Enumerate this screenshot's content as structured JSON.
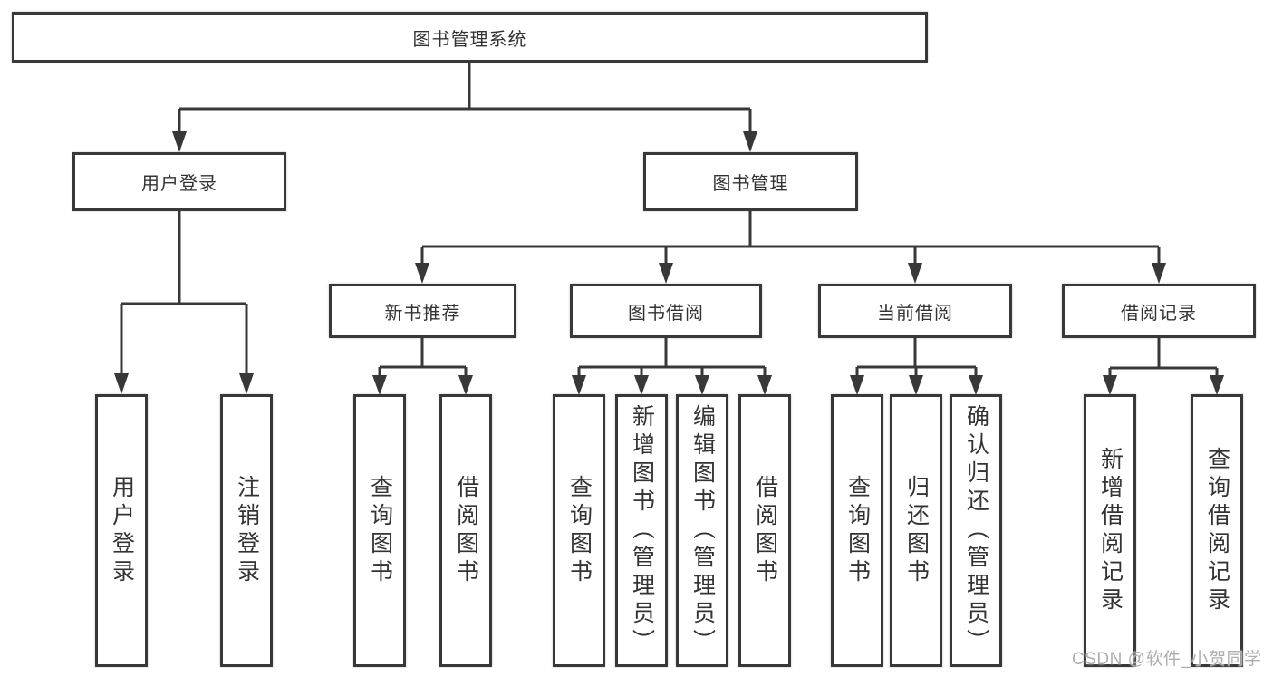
{
  "tree": {
    "label": "图书管理系统",
    "children": [
      {
        "label": "用户登录",
        "children": [
          {
            "label": "用户登录"
          },
          {
            "label": "注销登录"
          }
        ]
      },
      {
        "label": "图书管理",
        "children": [
          {
            "label": "新书推荐",
            "children": [
              {
                "label": "查询图书"
              },
              {
                "label": "借阅图书"
              }
            ]
          },
          {
            "label": "图书借阅",
            "children": [
              {
                "label": "查询图书"
              },
              {
                "label": "新增图书（管理员）"
              },
              {
                "label": "编辑图书（管理员）"
              },
              {
                "label": "借阅图书"
              }
            ]
          },
          {
            "label": "当前借阅",
            "children": [
              {
                "label": "查询图书"
              },
              {
                "label": "归还图书"
              },
              {
                "label": "确认归还（管理员）"
              }
            ]
          },
          {
            "label": "借阅记录",
            "children": [
              {
                "label": "新增借阅记录"
              },
              {
                "label": "查询借阅记录"
              }
            ]
          }
        ]
      }
    ]
  },
  "watermark": {
    "text": "CSDN @软件_小贺同学"
  },
  "colors": {
    "line": "#383838",
    "text": "#333333",
    "background": "#ffffff",
    "watermark": "#aeaeae"
  }
}
